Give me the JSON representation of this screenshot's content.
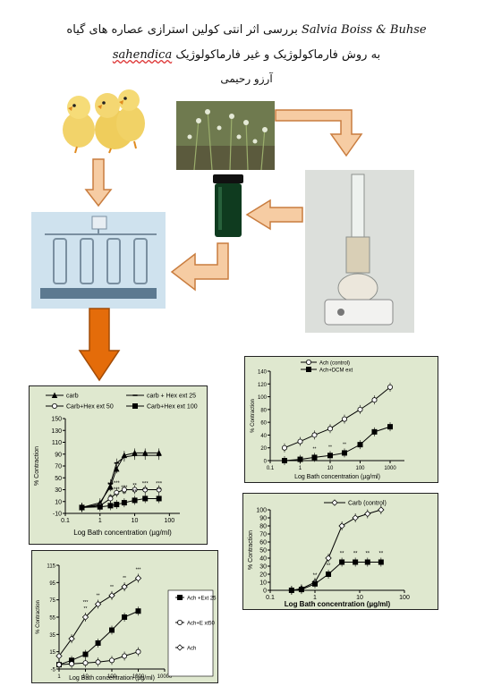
{
  "title": {
    "line1_prefix": "بررسی اثر انتی کولین استرازی عصاره های گیاه",
    "line1_sci": "Salvia  Boiss & Buhse",
    "line2_sci": "sahendica",
    "line2_suffix": "به روش فارماکولوژیک و غیر فارماکولوژیک",
    "author": "آرزو رحیمی"
  },
  "colors": {
    "arrow_fill": "#f6cca3",
    "arrow_stroke": "#c97d3f",
    "arrow_big_fill": "#e46c0a",
    "panel_bg": "#dfe8cf"
  },
  "chart_data": [
    {
      "type": "line",
      "id": "chart_a",
      "xlabel": "Log Bath  concentration  (µg/ml)",
      "ylabel": "% Contraction",
      "xscale": "log",
      "xticks": [
        "0.1",
        "1",
        "10",
        "100"
      ],
      "yticks": [
        "-10",
        "10",
        "30",
        "50",
        "70",
        "90",
        "110",
        "130",
        "150"
      ],
      "ylim": [
        -10,
        150
      ],
      "legend": [
        "carb",
        "carb + Hex ext 25",
        "Carb+Hex ext 50",
        "Carb+Hex ext 100"
      ],
      "series": [
        {
          "name": "carb",
          "x": [
            0.3,
            1,
            2,
            3,
            5,
            10,
            20,
            50
          ],
          "y": [
            0,
            8,
            35,
            65,
            88,
            92,
            92,
            92
          ]
        },
        {
          "name": "carb + Hex ext 25",
          "x": [
            0.3,
            1,
            2,
            3,
            5,
            10,
            20,
            50
          ],
          "y": [
            0,
            5,
            40,
            75,
            85,
            88,
            88,
            88
          ]
        },
        {
          "name": "Carb+Hex ext 50",
          "x": [
            0.3,
            1,
            2,
            3,
            5,
            10,
            20,
            50
          ],
          "y": [
            0,
            3,
            15,
            25,
            30,
            30,
            30,
            30
          ]
        },
        {
          "name": "Carb+Hex ext 100",
          "x": [
            0.3,
            1,
            2,
            3,
            5,
            10,
            20,
            50
          ],
          "y": [
            0,
            1,
            3,
            5,
            8,
            12,
            15,
            15
          ]
        }
      ],
      "star_labels": [
        "**",
        "**",
        "**",
        "**",
        "**",
        "**",
        "**",
        "***",
        "***",
        "**",
        "***",
        "***",
        "***",
        "***"
      ]
    },
    {
      "type": "line",
      "id": "chart_b",
      "xlabel": "Log Bath concentration  (µg/ml)",
      "ylabel": "% Contraction",
      "xscale": "log",
      "xticks": [
        "0.1",
        "1",
        "10",
        "100",
        "1000"
      ],
      "yticks": [
        "0",
        "20",
        "40",
        "60",
        "80",
        "100",
        "120",
        "140"
      ],
      "ylim": [
        0,
        140
      ],
      "legend": [
        "Ach (control)",
        "Ach+DCM ext"
      ],
      "series": [
        {
          "name": "Ach (control)",
          "x": [
            0.3,
            1,
            3,
            10,
            30,
            100,
            300,
            1000
          ],
          "y": [
            20,
            30,
            40,
            50,
            65,
            80,
            95,
            115
          ]
        },
        {
          "name": "Ach+DCM ext",
          "x": [
            0.3,
            1,
            3,
            10,
            30,
            100,
            300,
            1000
          ],
          "y": [
            0,
            2,
            5,
            8,
            12,
            25,
            45,
            53
          ]
        }
      ],
      "star_labels": [
        "**",
        "**",
        "**"
      ]
    },
    {
      "type": "line",
      "id": "chart_c",
      "xlabel": "Log Bath concentration (µg/ml)",
      "ylabel": "% Contraction",
      "xscale": "log",
      "xticks": [
        "0.1",
        "1",
        "10",
        "100"
      ],
      "yticks": [
        "0",
        "10",
        "20",
        "30",
        "40",
        "50",
        "60",
        "70",
        "80",
        "90",
        "100"
      ],
      "ylim": [
        0,
        100
      ],
      "legend": [
        "Carb (control)"
      ],
      "series": [
        {
          "name": "Carb (control)",
          "x": [
            0.3,
            0.5,
            1,
            2,
            4,
            8,
            15,
            30
          ],
          "y": [
            0,
            2,
            10,
            40,
            80,
            90,
            95,
            100
          ]
        },
        {
          "name": "",
          "x": [
            0.3,
            0.5,
            1,
            2,
            4,
            8,
            15,
            30
          ],
          "y": [
            0,
            1,
            8,
            20,
            35,
            35,
            35,
            35
          ]
        }
      ],
      "star_labels": [
        "**",
        "**",
        "**",
        "**",
        "**",
        "**"
      ]
    },
    {
      "type": "line",
      "id": "chart_d",
      "xlabel": "Log Bath concentration (µg/ml)",
      "ylabel": "% Contraction",
      "xscale": "log",
      "xticks": [
        "1",
        "10",
        "100",
        "1000",
        "10000"
      ],
      "yticks": [
        "-5",
        "15",
        "35",
        "55",
        "75",
        "95",
        "115"
      ],
      "ylim": [
        -5,
        115
      ],
      "legend": [
        "Ach +Ext 25",
        "Ach+E xt50",
        "Ach"
      ],
      "series": [
        {
          "name": "Ach +Ext 25",
          "x": [
            1,
            3,
            10,
            30,
            100,
            300,
            1000
          ],
          "y": [
            0,
            5,
            12,
            25,
            40,
            55,
            62
          ]
        },
        {
          "name": "Ach+E xt50",
          "x": [
            1,
            3,
            10,
            30,
            100,
            300,
            1000
          ],
          "y": [
            0,
            1,
            2,
            3,
            5,
            10,
            15
          ]
        },
        {
          "name": "Ach",
          "x": [
            1,
            3,
            10,
            30,
            100,
            300,
            1000
          ],
          "y": [
            10,
            30,
            55,
            70,
            80,
            90,
            100
          ]
        }
      ],
      "star_labels": [
        "**",
        "**",
        "**",
        "**",
        "***",
        "***"
      ]
    }
  ]
}
